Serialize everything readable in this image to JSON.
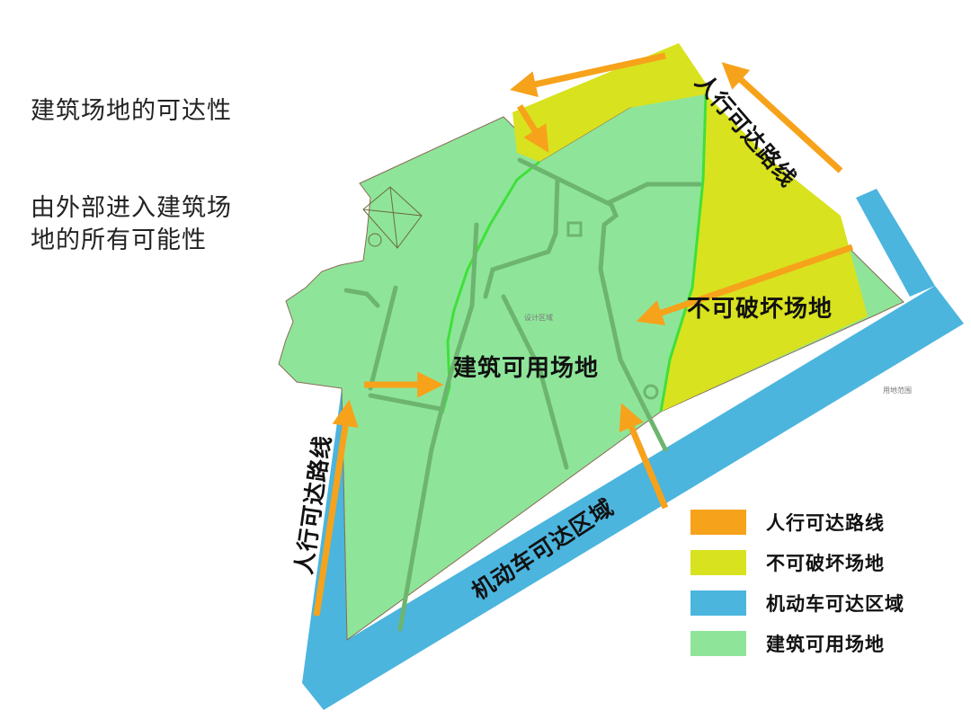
{
  "titles": {
    "main": "建筑场地的可达性",
    "sub": "由外部进入建筑场地的所有可能性"
  },
  "colors": {
    "pedestrian_route": "#F7A21B",
    "protected_area": "#D8E21E",
    "vehicle_area": "#4BB5DE",
    "buildable_area": "#8EE59A",
    "internal_path": "#6DB56E",
    "bright_boundary": "#3FE03A"
  },
  "map_labels": {
    "pedestrian_top_right": "人行可达路线",
    "pedestrian_left": "人行可达路线",
    "protected_area": "不可破坏场地",
    "buildable_area": "建筑可用场地",
    "vehicle_area": "机动车可达区域",
    "design_zone_small": "设计区域",
    "land_boundary_small": "用地范围"
  },
  "legend": {
    "items": [
      {
        "label": "人行可达路线",
        "color": "#F7A21B"
      },
      {
        "label": "不可破坏场地",
        "color": "#D8E21E"
      },
      {
        "label": "机动车可达区域",
        "color": "#4BB5DE"
      },
      {
        "label": "建筑可用场地",
        "color": "#8EE59A"
      }
    ]
  }
}
